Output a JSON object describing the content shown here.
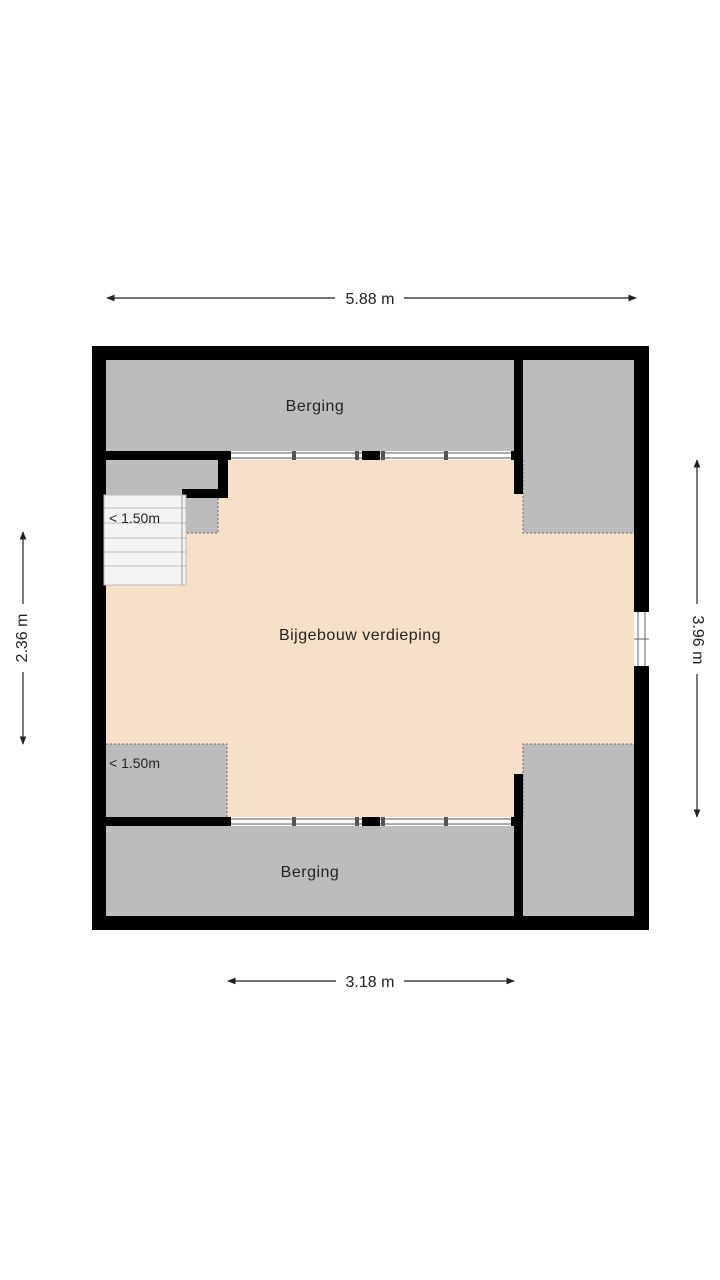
{
  "colors": {
    "wall": "#000000",
    "storage": "#bcbcbc",
    "main_room": "#f6e0c8",
    "stair": "#f4f4f4",
    "window": "#ffffff"
  },
  "dimensions": {
    "top": "5.88 m",
    "bottom": "3.18 m",
    "left": "2.36 m",
    "right": "3.96 m"
  },
  "rooms": {
    "storage_top": "Berging",
    "storage_bottom": "Berging",
    "main": "Bijgebouw verdieping",
    "low_height_top": "< 1.50m",
    "low_height_bottom": "< 1.50m"
  }
}
